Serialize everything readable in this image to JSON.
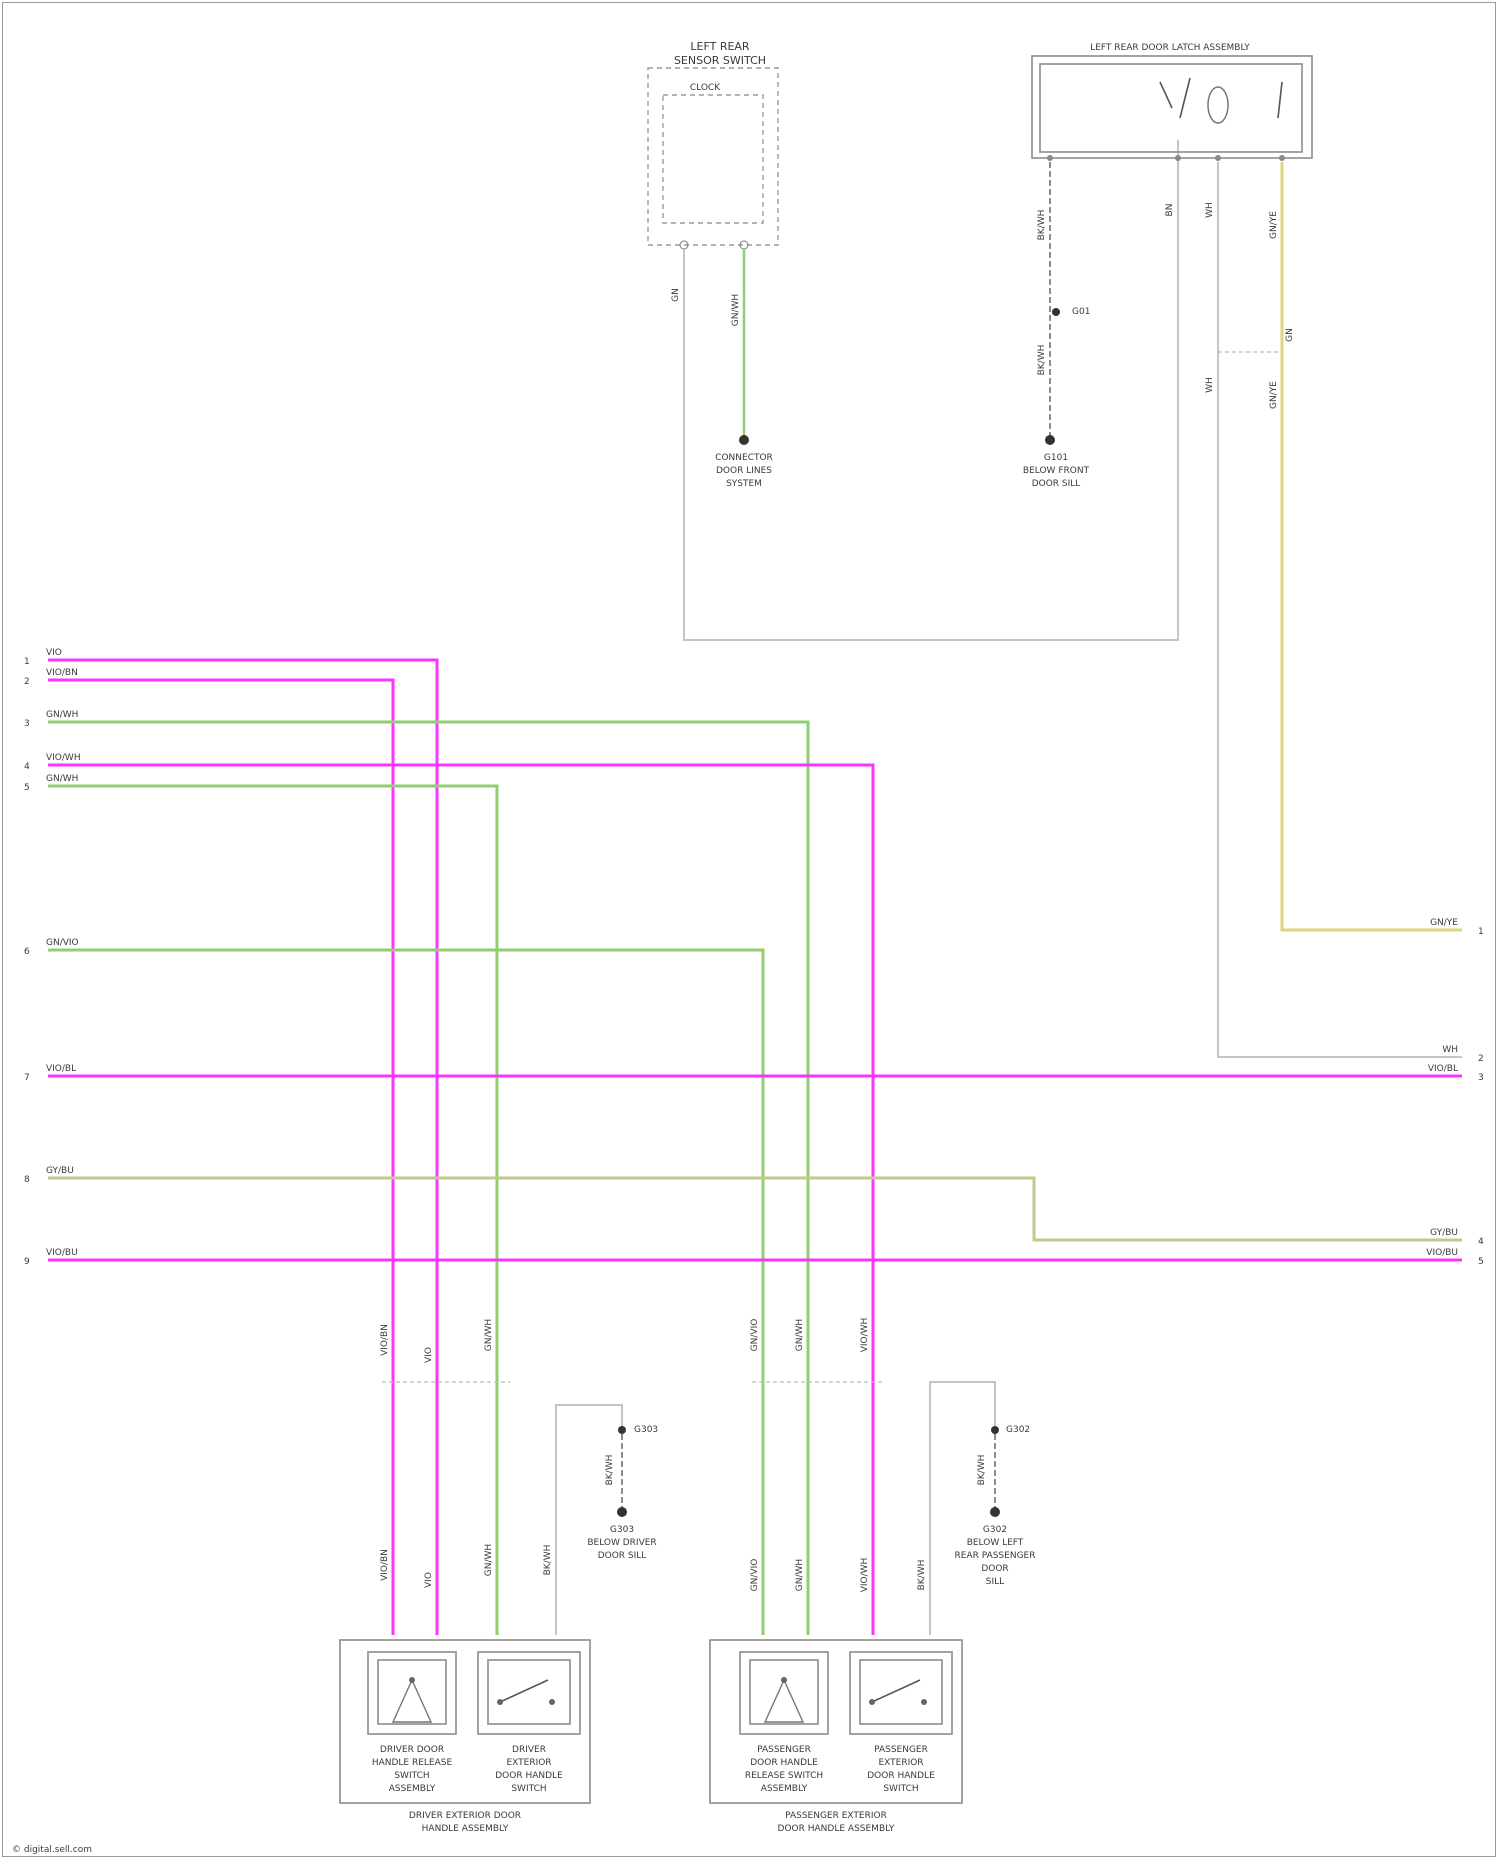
{
  "frame": {
    "footer_text": "© digital.sell.com"
  },
  "components": {
    "sensor": {
      "title_1": "LEFT REAR",
      "title_2": "SENSOR SWITCH",
      "inner": "CLOCK"
    },
    "latch": {
      "title": "LEFT REAR DOOR LATCH ASSEMBLY"
    },
    "ground_1": {
      "name_1": "CONNECTOR",
      "name_2": "DOOR LINES",
      "name_3": "SYSTEM",
      "pin": "G01"
    },
    "ground_2": {
      "name_1": "G101",
      "name_2": "BELOW FRONT",
      "name_3": "DOOR SILL",
      "pin": "G01"
    },
    "ground_3": {
      "name_1": "G303",
      "name_2": "BELOW DRIVER",
      "name_3": "DOOR SILL",
      "pin": "G303"
    },
    "ground_4": {
      "name_1": "G302",
      "name_2": "BELOW LEFT",
      "name_3": "REAR PASSENGER",
      "name_4": "DOOR",
      "name_5": "SILL",
      "pin": "G302"
    },
    "driver_module": {
      "motor_1": "DRIVER DOOR",
      "motor_2": "HANDLE RELEASE",
      "motor_3": "SWITCH",
      "motor_4": "ASSEMBLY",
      "switch_1": "DRIVER",
      "switch_2": "EXTERIOR",
      "switch_3": "DOOR HANDLE",
      "switch_4": "SWITCH",
      "caption_1": "DRIVER EXTERIOR DOOR",
      "caption_2": "HANDLE ASSEMBLY"
    },
    "passenger_module": {
      "motor_1": "PASSENGER",
      "motor_2": "DOOR HANDLE",
      "motor_3": "RELEASE SWITCH",
      "motor_4": "ASSEMBLY",
      "switch_1": "PASSENGER",
      "switch_2": "EXTERIOR",
      "switch_3": "DOOR HANDLE",
      "switch_4": "SWITCH",
      "caption_1": "PASSENGER EXTERIOR",
      "caption_2": "DOOR HANDLE ASSEMBLY"
    }
  },
  "wires": {
    "left": [
      "VIO",
      "VIO/BN",
      "GN/WH",
      "VIO/WH",
      "GN/WH",
      "GN/VIO",
      "VIO/BL",
      "GY/BU",
      "VIO/BU"
    ],
    "left_pins": [
      "1",
      "2",
      "3",
      "4",
      "5",
      "6",
      "7",
      "8",
      "9"
    ],
    "right": [
      "GN/YE",
      "WH",
      "VIO/BL",
      "GY/BU",
      "VIO/BU"
    ],
    "right_pins": [
      "1",
      "2",
      "3",
      "4",
      "5"
    ],
    "vertical_labels": {
      "sensor_a": "GN",
      "sensor_b": "GN/WH",
      "latch_a": "BK/WH",
      "latch_b": "BN",
      "latch_c": "WH",
      "latch_d": "GN/YE",
      "latch_e": "BK/WH",
      "latch_f": "WH",
      "latch_g": "GN/YE",
      "latch_h": "GN",
      "drv_a": "VIO/BN",
      "drv_b": "VIO",
      "drv_c": "GN/WH",
      "drv_d": "BK/WH",
      "pass_a": "GN/VIO",
      "pass_b": "GN/WH",
      "pass_c": "VIO/WH",
      "pass_d": "BK/WH"
    },
    "colors": {
      "pink": "#ff33ff",
      "green": "#8fcf72",
      "olive": "#c2c98a",
      "yellow": "#ddd67a",
      "gray": "#c4c4c4"
    }
  }
}
